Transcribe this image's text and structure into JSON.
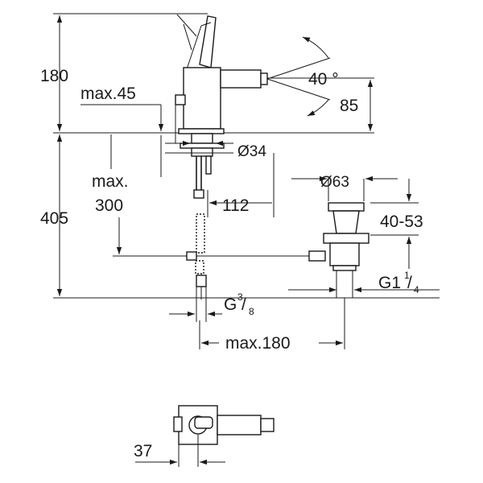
{
  "dimensions": {
    "height_total_above": "180",
    "projection_max": "max.45",
    "angle": "40 °",
    "spout_height": "85",
    "base_diameter": "Ø34",
    "hose_max_label": "max.",
    "hose_max_value": "300",
    "flex_length": "112",
    "height_below": "405",
    "waste_diameter": "Ø63",
    "waste_range": "40-53",
    "waste_thread_main": "G1",
    "waste_thread_num": "1",
    "waste_thread_den": "4",
    "inlet_thread_main": "G",
    "inlet_thread_num": "3",
    "inlet_thread_den": "8",
    "waste_reach": "max.180",
    "plan_offset": "37"
  }
}
